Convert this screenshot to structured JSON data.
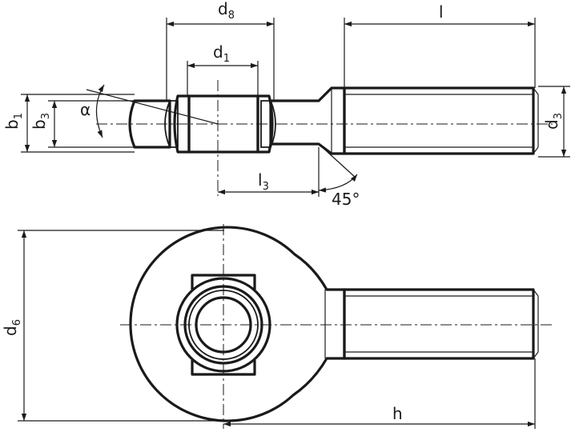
{
  "labels": {
    "d8": {
      "main": "d",
      "sub": "8"
    },
    "d1": {
      "main": "d",
      "sub": "1"
    },
    "l": {
      "main": "l",
      "sub": ""
    },
    "b1": {
      "main": "b",
      "sub": "1"
    },
    "b3": {
      "main": "b",
      "sub": "3"
    },
    "alpha": {
      "main": "α",
      "sub": ""
    },
    "d3": {
      "main": "d",
      "sub": "3"
    },
    "l3": {
      "main": "l",
      "sub": "3"
    },
    "angle45": {
      "main": "45°",
      "sub": ""
    },
    "d6": {
      "main": "d",
      "sub": "6"
    },
    "h": {
      "main": "h",
      "sub": ""
    }
  }
}
